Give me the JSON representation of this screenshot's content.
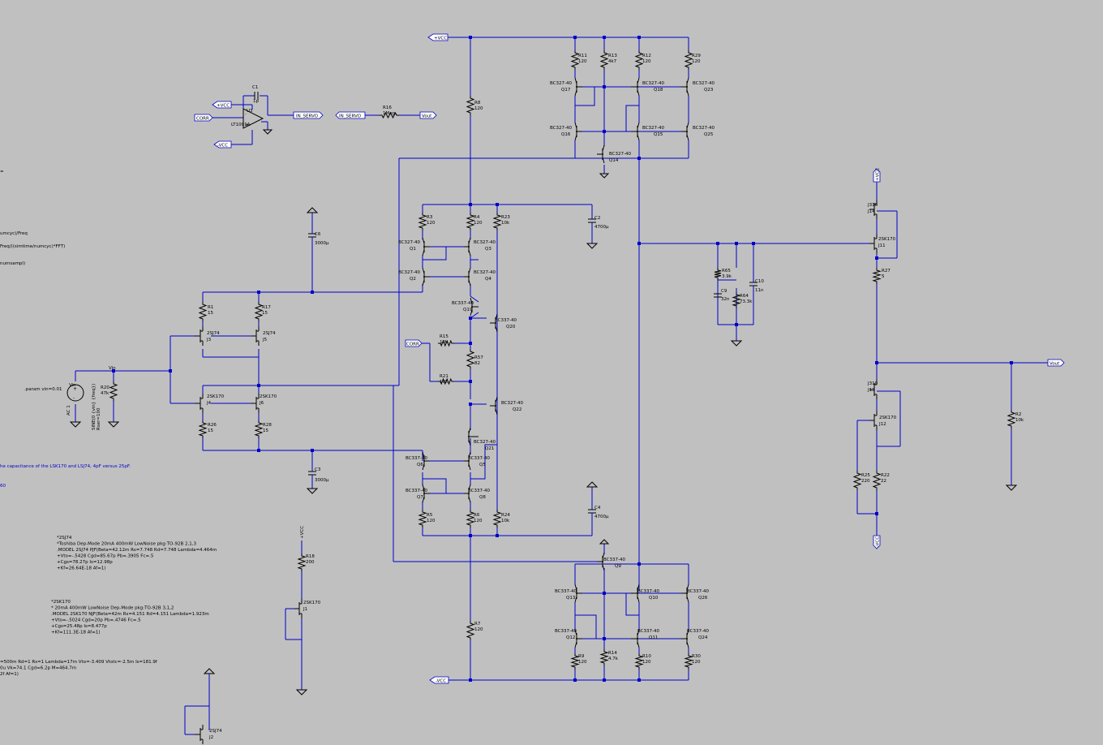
{
  "nets": {
    "vcc_top": "+VCC",
    "vcc_neg_bot": "-VCC",
    "servo_vcc_pos": "+VCC",
    "servo_vcc_neg": "-VCC",
    "corr1": "CORR",
    "corr2": "CORR",
    "in_servo_out": "IN_SERVO",
    "in_servo_in": "IN_SERVO",
    "vout_servo": "Vout",
    "vout_right": "Vout",
    "vcc_r_top": "+VCC",
    "vcc_r_bot": "-VCC",
    "vcc_j1": "+VCC",
    "vin": "Vin"
  },
  "parts": {
    "C1": {
      "ref": "C1",
      "val": "1p"
    },
    "U3": {
      "ref": "U3",
      "val": "LT1001A"
    },
    "R16": {
      "ref": "R16",
      "val": "1Meg"
    },
    "R11": {
      "ref": "R11",
      "val": "120"
    },
    "R13": {
      "ref": "R13",
      "val": "4k7"
    },
    "R12": {
      "ref": "R12",
      "val": "120"
    },
    "R29": {
      "ref": "R29",
      "val": "120"
    },
    "R8": {
      "ref": "R8",
      "val": "120"
    },
    "Q17": {
      "ref": "Q17",
      "val": "BC327-40"
    },
    "Q18": {
      "ref": "Q18",
      "val": "BC327-40"
    },
    "Q23": {
      "ref": "Q23",
      "val": "BC327-40"
    },
    "Q16": {
      "ref": "Q16",
      "val": "BC327-40"
    },
    "Q15": {
      "ref": "Q15",
      "val": "BC327-40"
    },
    "Q25": {
      "ref": "Q25",
      "val": "BC327-40"
    },
    "Q14": {
      "ref": "Q14",
      "val": "BC327-40"
    },
    "R3": {
      "ref": "R3",
      "val": "120"
    },
    "R4": {
      "ref": "R4",
      "val": "120"
    },
    "R23": {
      "ref": "R23",
      "val": "10k"
    },
    "C2": {
      "ref": "C2",
      "val": "4700µ"
    },
    "Q1": {
      "ref": "Q1",
      "val": "BC327-40"
    },
    "Q3": {
      "ref": "Q3",
      "val": "BC327-40"
    },
    "Q2": {
      "ref": "Q2",
      "val": "BC327-40"
    },
    "Q4": {
      "ref": "Q4",
      "val": "BC327-40"
    },
    "C6": {
      "ref": "C6",
      "val": "3000µ"
    },
    "R1": {
      "ref": "R1",
      "val": "15"
    },
    "R17": {
      "ref": "R17",
      "val": "15"
    },
    "J3": {
      "ref": "J3",
      "val": "2SJ74"
    },
    "J5": {
      "ref": "J5",
      "val": "2SJ74"
    },
    "Q19": {
      "ref": "Q19",
      "val": "BC337-40"
    },
    "Q20": {
      "ref": "Q20",
      "val": "BC337-40"
    },
    "R15": {
      "ref": "R15",
      "val": "10k"
    },
    "R57": {
      "ref": "R57",
      "val": "82"
    },
    "R21": {
      "ref": "R21",
      "val": "10k"
    },
    "Vin": {
      "ref": "Vin",
      "val": "AC 1"
    },
    "R20": {
      "ref": "R20",
      "val": "47k"
    },
    "J4": {
      "ref": "J4",
      "val": "2SK170"
    },
    "J6": {
      "ref": "J6",
      "val": "2SK170"
    },
    "R26": {
      "ref": "R26",
      "val": "15"
    },
    "R28": {
      "ref": "R28",
      "val": "15"
    },
    "Q22": {
      "ref": "Q22",
      "val": "BC327-40"
    },
    "Q21": {
      "ref": "Q21",
      "val": "BC327-40"
    },
    "Q6": {
      "ref": "Q6",
      "val": "BC337-40"
    },
    "Q5": {
      "ref": "Q5",
      "val": "BC337-40"
    },
    "Q7": {
      "ref": "Q7",
      "val": "BC337-40"
    },
    "Q8": {
      "ref": "Q8",
      "val": "BC337-40"
    },
    "C3": {
      "ref": "C3",
      "val": "3000µ"
    },
    "C4": {
      "ref": "C4",
      "val": "4700µ"
    },
    "R5": {
      "ref": "R5",
      "val": "120"
    },
    "R6": {
      "ref": "R6",
      "val": "120"
    },
    "R24": {
      "ref": "R24",
      "val": "10k"
    },
    "R7": {
      "ref": "R7",
      "val": "120"
    },
    "Q9": {
      "ref": "Q9",
      "val": "BC337-40"
    },
    "Q13": {
      "ref": "Q13",
      "val": "BC337-40"
    },
    "Q10": {
      "ref": "Q10",
      "val": "BC337-40"
    },
    "Q26": {
      "ref": "Q26",
      "val": "BC337-40"
    },
    "Q12": {
      "ref": "Q12",
      "val": "BC337-40"
    },
    "Q11": {
      "ref": "Q11",
      "val": "BC337-40"
    },
    "Q24": {
      "ref": "Q24",
      "val": "BC337-40"
    },
    "R9": {
      "ref": "R9",
      "val": "120"
    },
    "R14": {
      "ref": "R14",
      "val": "4.7k"
    },
    "R10": {
      "ref": "R10",
      "val": "120"
    },
    "R30": {
      "ref": "R30",
      "val": "120"
    },
    "R65": {
      "ref": "R65",
      "val": "3.9k"
    },
    "C9": {
      "ref": "C9",
      "val": "32n"
    },
    "R64": {
      "ref": "R64",
      "val": "73.3k"
    },
    "C10": {
      "ref": "C10",
      "val": "11n"
    },
    "J14": {
      "ref": "J14",
      "val": "J310"
    },
    "J11": {
      "ref": "J11",
      "val": "2SK170"
    },
    "R27": {
      "ref": "R27",
      "val": "5"
    },
    "J13": {
      "ref": "J13",
      "val": "J310"
    },
    "J12": {
      "ref": "J12",
      "val": "2SK170"
    },
    "R25": {
      "ref": "R25",
      "val": "220"
    },
    "R22": {
      "ref": "R22",
      "val": "22"
    },
    "R2": {
      "ref": "R2",
      "val": "10k"
    },
    "R18": {
      "ref": "R18",
      "val": "200"
    },
    "J1": {
      "ref": "J1",
      "val": "2SK170"
    },
    "J2": {
      "ref": "J2",
      "val": "2SJ74"
    }
  },
  "directives": {
    "param": ".param vin=0.01",
    "source_fn": "SINE(0 {vin} {freq})",
    "source_rser": "Rser=100",
    "left1": "umcyc)/Freq",
    "left2": "Freq/((simtime/numcyc)*FFT)",
    "left3": "numsampl)",
    "note_blue": "he capacitance of the LSK170 and LSJ74, 4pF versus 25pF.",
    "note_blue2": "60",
    "sj74_lines": [
      "*2SJ74",
      "*Toshiba Dep-Mode 20mA 400mW LowNoise pkg:TO-92B 2,1,3",
      ".MODEL 2SJ74 PJF(Beta=42.12m Rs=7.748 Rd=7.748 Lambda=4.464m",
      "+Vto=-.5428 Cgd=85.67p Pb=.3905 Fc=.5",
      "+Cgs=78.27p Is=12.98p",
      "+Kf=26.64E-18 Af=1)"
    ],
    "sk170_lines": [
      "*2SK170",
      "* 20mA 400mW LowNoise Dep-Mode pkg:TO-92B 3,1,2",
      ".MODEL 2SK170 NJF(Beta=42m Rs=4.151 Rd=4.151 Lambda=1.923m",
      "+Vto=-.5024 Cgd=20p Pb=.4746 Fc=.5",
      "+Cgs=25.48p Is=8.477p",
      "+Kf=111.3E-18 Af=1)"
    ],
    "bottom_lines": [
      "=500m Rd=1 Rs=1 Lambda=17m Vto=-3.409 Vtotc=-2.5m Is=181.9f",
      "0u Vk=74.1 Cgd=6.2p M=464.7m",
      "2f Af=1)"
    ],
    "edge_mark": "="
  }
}
